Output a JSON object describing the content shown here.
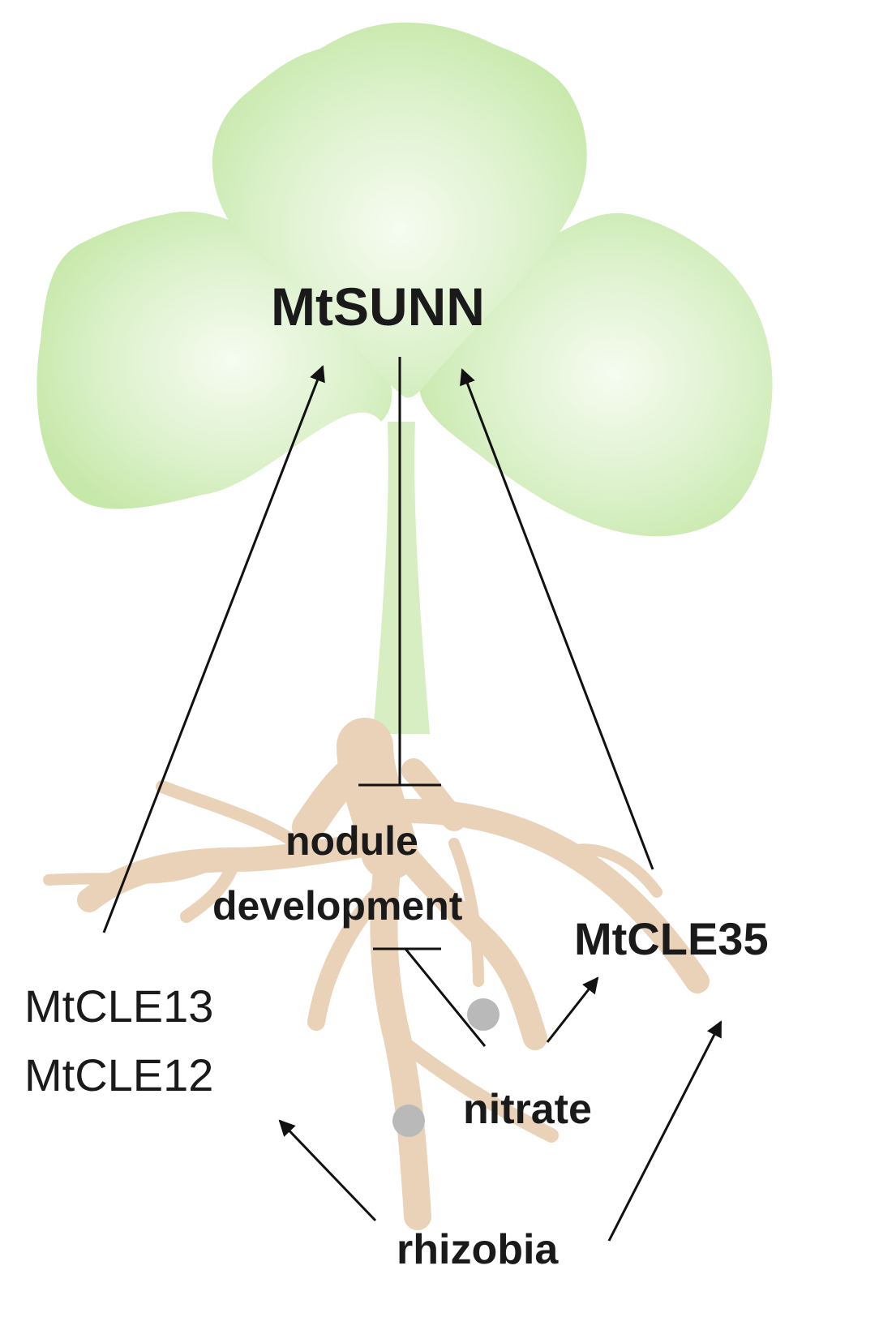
{
  "diagram": {
    "regulator": "MtSUNN",
    "process_line1": "nodule",
    "process_line2": "development",
    "peptide_a": "MtCLE13",
    "peptide_b": "MtCLE12",
    "peptide_c": "MtCLE35",
    "stimulus_nitrate": "nitrate",
    "stimulus_rhizobia": "rhizobia"
  },
  "colors": {
    "leaf": "#cdebb4",
    "leaf_highlight": "#f4fbee",
    "root": "#ead2b8",
    "nodule": "#b9b9b9",
    "arrow": "#111111"
  }
}
